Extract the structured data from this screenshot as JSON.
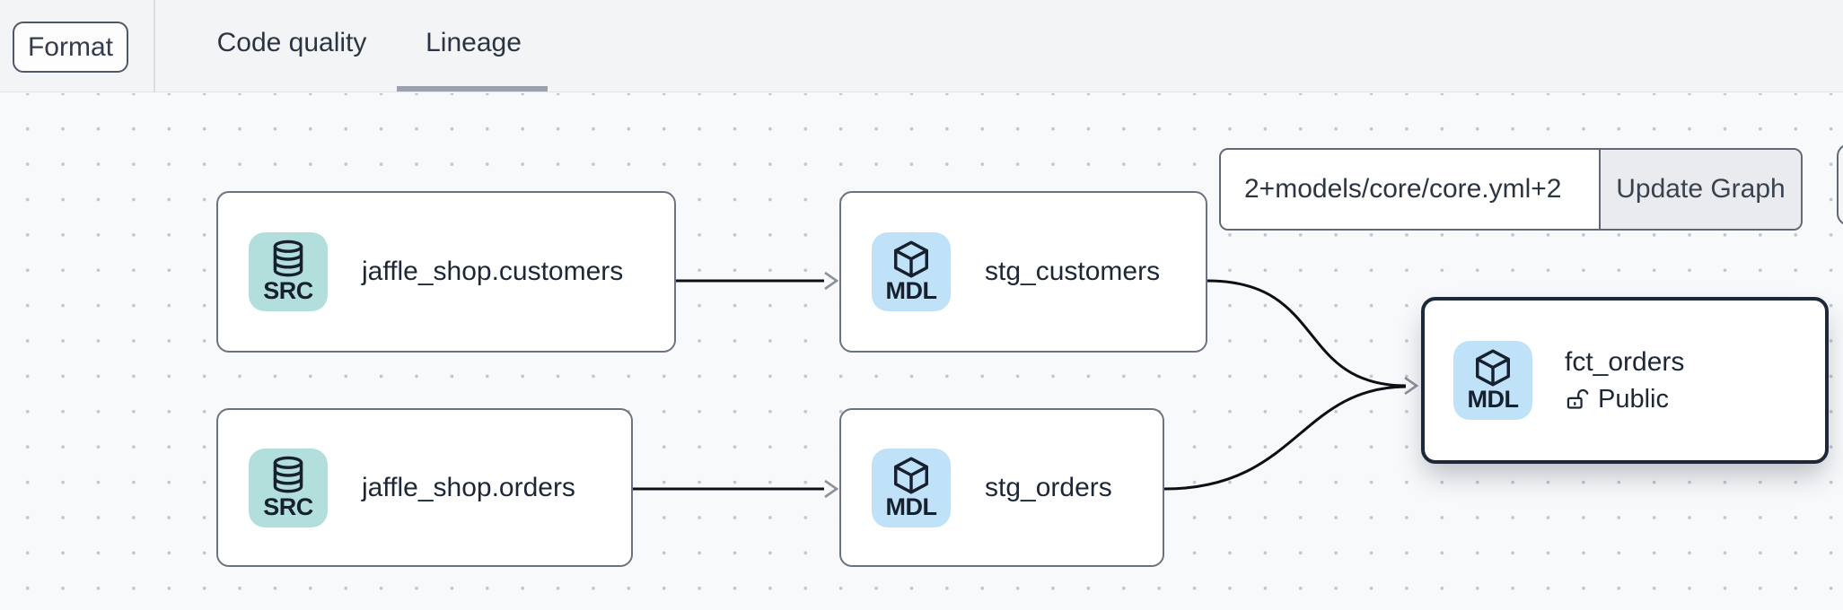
{
  "toolbar": {
    "format_label": "Format"
  },
  "tabs": {
    "code_quality": {
      "label": "Code quality",
      "active": false
    },
    "lineage": {
      "label": "Lineage",
      "active": true
    }
  },
  "selector": {
    "value": "2+models/core/core.yml+2",
    "update_button_label": "Update Graph"
  },
  "nodes": [
    {
      "id": "source-jaffle-shop-customers",
      "badge_label": "SRC",
      "icon": "database-icon",
      "label": "jaffle_shop.customers",
      "selected": false
    },
    {
      "id": "model-stg-customers",
      "badge_label": "MDL",
      "icon": "cube-icon",
      "label": "stg_customers",
      "selected": false
    },
    {
      "id": "source-jaffle-shop-orders",
      "badge_label": "SRC",
      "icon": "database-icon",
      "label": "jaffle_shop.orders",
      "selected": false
    },
    {
      "id": "model-stg-orders",
      "badge_label": "MDL",
      "icon": "cube-icon",
      "label": "stg_orders",
      "selected": false
    },
    {
      "id": "model-fct-orders",
      "badge_label": "MDL",
      "icon": "cube-icon",
      "label": "fct_orders",
      "sublabel": "Public",
      "sublabel_icon": "lock-open-icon",
      "selected": true
    }
  ],
  "edges": [
    {
      "from": "source-jaffle-shop-customers",
      "to": "model-stg-customers"
    },
    {
      "from": "source-jaffle-shop-orders",
      "to": "model-stg-orders"
    },
    {
      "from": "model-stg-customers",
      "to": "model-fct-orders"
    },
    {
      "from": "model-stg-orders",
      "to": "model-fct-orders"
    }
  ],
  "colors": {
    "header_bg": "#f3f4f6",
    "canvas_bg": "#f8f9fb",
    "canvas_dots": "#c3c7cd",
    "node_border": "#6a7382",
    "selected_node_border": "#1d2939",
    "src_badge_bg": "#b2dfdb",
    "mdl_badge_bg": "#bfe2f8",
    "text_dark": "#1d2736",
    "edge": "#0c1016",
    "arrowhead": "#8b929e",
    "tab_underline": "#9aa1ac"
  }
}
